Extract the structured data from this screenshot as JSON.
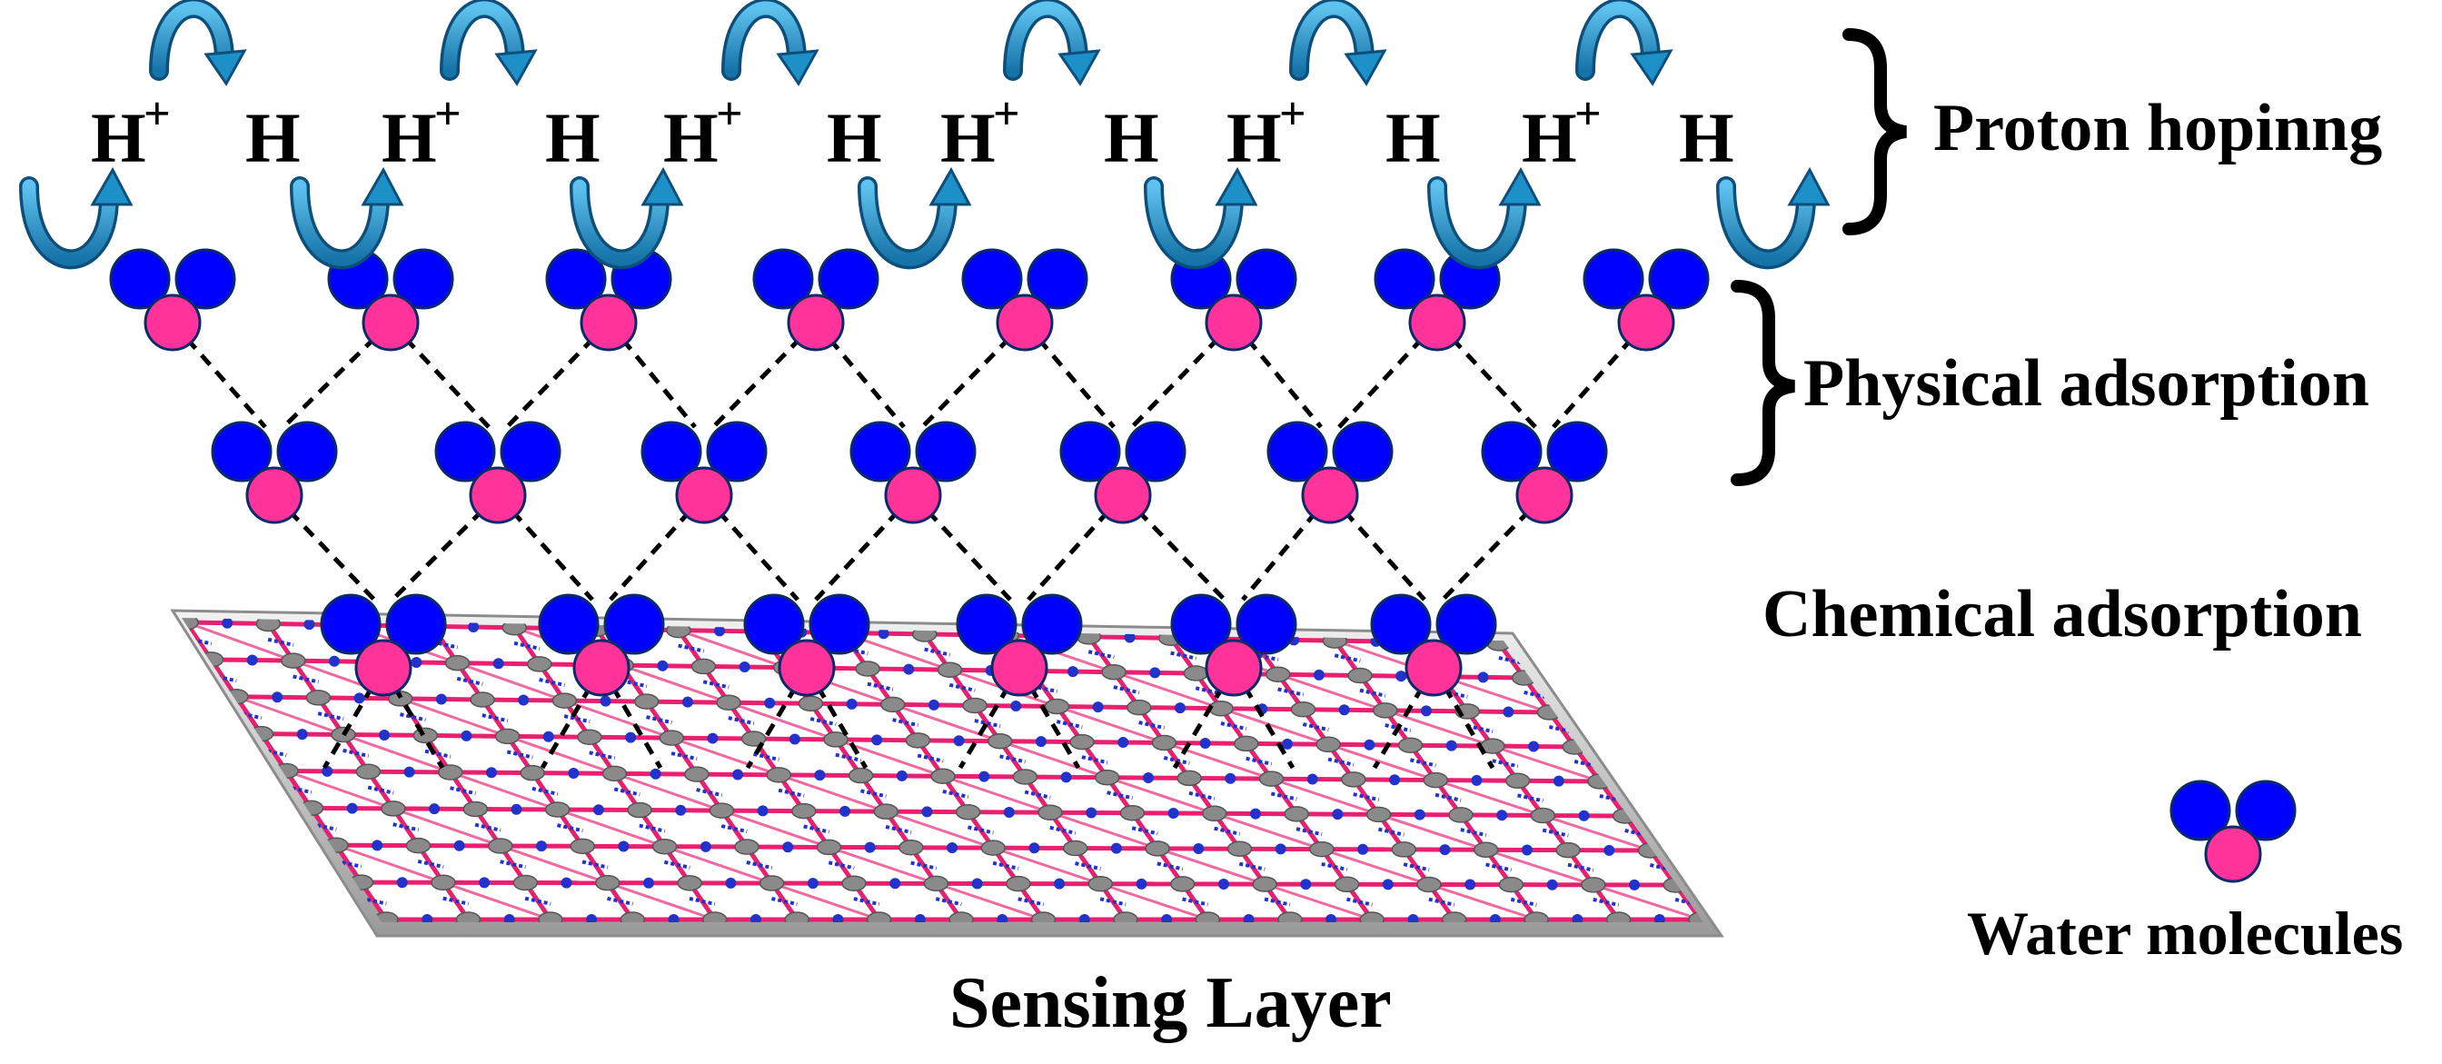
{
  "labels": {
    "proton_hopping": "Proton hopinng",
    "physical_adsorption": "Physical adsorption",
    "chemical_adsorption": "Chemical adsorption",
    "water_molecules": "Water molecules",
    "sensing_layer": "Sensing Layer"
  },
  "proton_chain": [
    {
      "main": "H",
      "sup": "+"
    },
    {
      "main": "H",
      "sup": ""
    },
    {
      "main": "H",
      "sup": "+"
    },
    {
      "main": "H",
      "sup": ""
    },
    {
      "main": "H",
      "sup": "+"
    },
    {
      "main": "H",
      "sup": ""
    },
    {
      "main": "H",
      "sup": "+"
    },
    {
      "main": "H",
      "sup": ""
    },
    {
      "main": "H",
      "sup": "+"
    },
    {
      "main": "H",
      "sup": ""
    },
    {
      "main": "H",
      "sup": "+"
    },
    {
      "main": "H",
      "sup": ""
    }
  ],
  "colors": {
    "hydrogen": "#0000ff",
    "oxygen": "#ff3399",
    "arrow": "#1e90c8",
    "lattice_bond": "#e8206f",
    "lattice_node": "#8a8a8a",
    "lattice_link": "#2233cc",
    "bond_line": "#000000"
  },
  "icons": [
    "curved-arrow-icon",
    "curly-brace-icon",
    "water-molecule-icon"
  ]
}
